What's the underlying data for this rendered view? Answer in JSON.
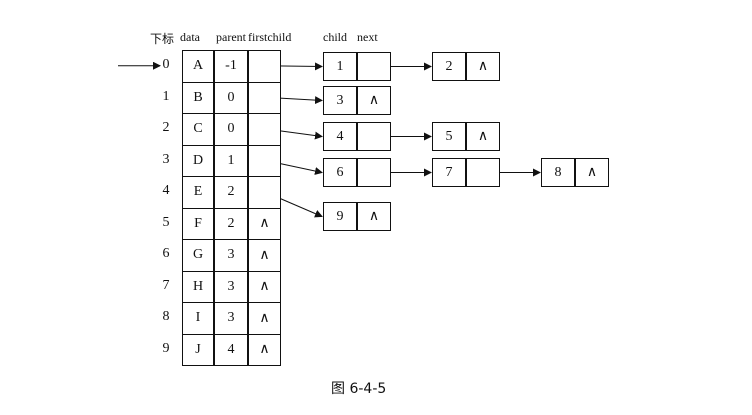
{
  "headers": {
    "index": "下标",
    "data": "data",
    "parent": "parent",
    "firstchild": "firstchild",
    "child": "child",
    "next": "next"
  },
  "rows": [
    {
      "index": "0",
      "data": "A",
      "parent": "-1",
      "firstchild": ""
    },
    {
      "index": "1",
      "data": "B",
      "parent": "0",
      "firstchild": ""
    },
    {
      "index": "2",
      "data": "C",
      "parent": "0",
      "firstchild": ""
    },
    {
      "index": "3",
      "data": "D",
      "parent": "1",
      "firstchild": ""
    },
    {
      "index": "4",
      "data": "E",
      "parent": "2",
      "firstchild": ""
    },
    {
      "index": "5",
      "data": "F",
      "parent": "2",
      "firstchild": "∧"
    },
    {
      "index": "6",
      "data": "G",
      "parent": "3",
      "firstchild": "∧"
    },
    {
      "index": "7",
      "data": "H",
      "parent": "3",
      "firstchild": "∧"
    },
    {
      "index": "8",
      "data": "I",
      "parent": "3",
      "firstchild": "∧"
    },
    {
      "index": "9",
      "data": "J",
      "parent": "4",
      "firstchild": "∧"
    }
  ],
  "child_lists": [
    {
      "nodes": [
        {
          "child": "1",
          "next": ""
        },
        {
          "child": "2",
          "next": "∧"
        }
      ]
    },
    {
      "nodes": [
        {
          "child": "3",
          "next": "∧"
        }
      ]
    },
    {
      "nodes": [
        {
          "child": "4",
          "next": ""
        },
        {
          "child": "5",
          "next": "∧"
        }
      ]
    },
    {
      "nodes": [
        {
          "child": "6",
          "next": ""
        },
        {
          "child": "7",
          "next": ""
        },
        {
          "child": "8",
          "next": "∧"
        }
      ]
    },
    {
      "nodes": [
        {
          "child": "9",
          "next": "∧"
        }
      ]
    }
  ],
  "caption": "图 6-4-5"
}
